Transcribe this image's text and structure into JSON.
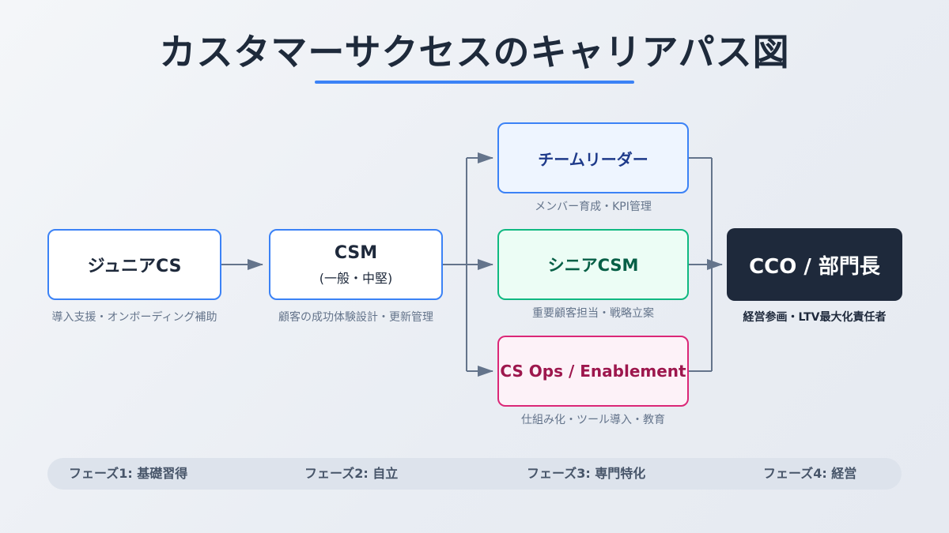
{
  "title": "カスタマーサクセスのキャリアパス図",
  "accent_color": "#3b82f6",
  "nodes": {
    "junior": {
      "label": "ジュニアCS",
      "description": "導入支援・オンボーディング補助"
    },
    "csm": {
      "label": "CSM",
      "sublabel": "(一般・中堅)",
      "description": "顧客の成功体験設計・更新管理"
    },
    "team_leader": {
      "label": "チームリーダー",
      "description": "メンバー育成・KPI管理"
    },
    "senior_csm": {
      "label": "シニアCSM",
      "description": "重要顧客担当・戦略立案"
    },
    "cs_ops": {
      "label": "CS Ops / Enablement",
      "description": "仕組み化・ツール導入・教育"
    },
    "cco": {
      "label": "CCO / 部門長",
      "description": "経営参画・LTV最大化責任者"
    }
  },
  "edges": [
    {
      "from": "junior",
      "to": "csm"
    },
    {
      "from": "csm",
      "to": "team_leader"
    },
    {
      "from": "csm",
      "to": "senior_csm"
    },
    {
      "from": "csm",
      "to": "cs_ops"
    },
    {
      "from": "team_leader",
      "to": "cco"
    },
    {
      "from": "senior_csm",
      "to": "cco"
    },
    {
      "from": "cs_ops",
      "to": "cco"
    }
  ],
  "phases": [
    {
      "label": "フェーズ1: 基礎習得"
    },
    {
      "label": "フェーズ2: 自立"
    },
    {
      "label": "フェーズ3: 専門特化"
    },
    {
      "label": "フェーズ4: 経営"
    }
  ]
}
